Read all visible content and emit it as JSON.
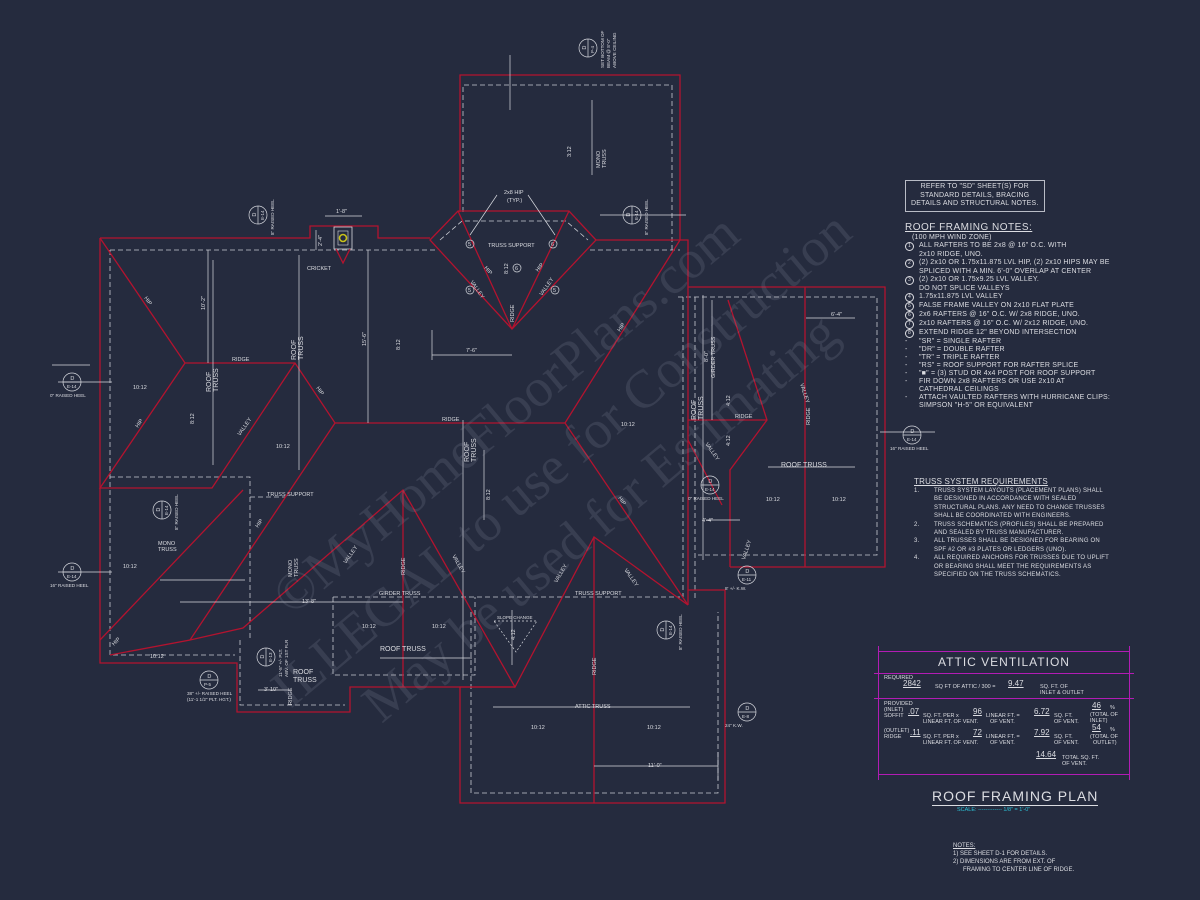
{
  "watermark": [
    "©MyHomeFloorPlans.com",
    "ILLEGAL to use for Construction",
    "May be used for Estimating"
  ],
  "colors": {
    "background": "#252b3e",
    "roof_line": "#b3132f",
    "wall_line": "#c9cbd2",
    "table_border": "#b21cb4",
    "scale_text": "#2cc3d8"
  },
  "refer_box": [
    "REFER TO \"SD\" SHEET(S) FOR",
    "STANDARD DETAILS, BRACING",
    "DETAILS AND STRUCTURAL NOTES."
  ],
  "roof_notes": {
    "heading": "ROOF FRAMING NOTES:",
    "wind": "(100 MPH WIND ZONE)",
    "items": [
      {
        "mark": "1",
        "lines": [
          "ALL RAFTERS TO BE 2x8 @ 16\" O.C. WITH",
          "2x10 RIDGE, UNO."
        ]
      },
      {
        "mark": "2",
        "lines": [
          "(2) 2x10 OR 1.75x11.875 LVL HIP, (2) 2x10 HIPS MAY BE",
          "SPLICED WITH A MIN. 6'-0\" OVERLAP AT CENTER"
        ]
      },
      {
        "mark": "3",
        "lines": [
          "(2) 2x10 OR 1.75x9.25 LVL VALLEY.",
          "DO NOT SPLICE VALLEYS"
        ]
      },
      {
        "mark": "4",
        "lines": [
          "1.75x11.875 LVL VALLEY"
        ]
      },
      {
        "mark": "5",
        "lines": [
          "FALSE FRAME VALLEY ON 2x10 FLAT PLATE"
        ]
      },
      {
        "mark": "6",
        "lines": [
          "2x6 RAFTERS @ 16\" O.C. W/ 2x8 RIDGE, UNO."
        ]
      },
      {
        "mark": "7",
        "lines": [
          "2x10 RAFTERS @ 16\" O.C. W/ 2x12 RIDGE, UNO."
        ]
      },
      {
        "mark": "8",
        "lines": [
          "EXTEND RIDGE 12\" BEYOND INTERSECTION"
        ]
      },
      {
        "mark": "-",
        "lines": [
          "\"SR\" = SINGLE RAFTER"
        ]
      },
      {
        "mark": "-",
        "lines": [
          "\"DR\" = DOUBLE RAFTER"
        ]
      },
      {
        "mark": "-",
        "lines": [
          "\"TR\" = TRIPLE RAFTER"
        ]
      },
      {
        "mark": "-",
        "lines": [
          "\"RS\" = ROOF SUPPORT FOR RAFTER SPLICE"
        ]
      },
      {
        "mark": "-",
        "lines": [
          "\"■\" = (3) STUD OR 4x4 POST FOR ROOF SUPPORT"
        ]
      },
      {
        "mark": "-",
        "lines": [
          "FIR DOWN 2x8 RAFTERS OR USE 2x10 AT",
          "CATHEDRAL CEILINGS"
        ]
      },
      {
        "mark": "-",
        "lines": [
          "ATTACH VAULTED RAFTERS WITH HURRICANE CLIPS:",
          "SIMPSON \"H-5\" OR EQUIVALENT"
        ]
      }
    ]
  },
  "truss_requirements": {
    "heading": "TRUSS SYSTEM REQUIREMENTS",
    "items": [
      {
        "mark": "1.",
        "lines": [
          "TRUSS SYSTEM LAYOUTS (PLACEMENT PLANS) SHALL",
          "BE DESIGNED IN ACCORDANCE WITH SEALED",
          "STRUCTURAL PLANS. ANY NEED TO CHANGE TRUSSES",
          "SHALL BE COORDINATED WITH ENGINEERS."
        ]
      },
      {
        "mark": "2.",
        "lines": [
          "TRUSS SCHEMATICS (PROFILES) SHALL BE PREPARED",
          "AND SEALED BY TRUSS MANUFACTURER."
        ]
      },
      {
        "mark": "3.",
        "lines": [
          "ALL TRUSSES SHALL BE DESIGNED FOR BEARING ON",
          "SPF #2 OR #3 PLATES OR LEDGERS (UNO)."
        ]
      },
      {
        "mark": "4.",
        "lines": [
          "ALL REQUIRED ANCHORS FOR TRUSSES DUE TO UPLIFT",
          "OR BEARING SHALL MEET THE REQUIREMENTS AS",
          "SPECIFIED ON THE TRUSS SCHEMATICS."
        ]
      }
    ]
  },
  "attic_ventilation": {
    "title": "ATTIC VENTILATION",
    "required_label": "REQUIRED",
    "attic_sqft": "2842",
    "attic_text": "SQ FT OF ATTIC / 300 =",
    "required_vent": "9.47",
    "required_unit": [
      "SQ. FT. OF",
      "INLET & OUTLET"
    ],
    "provided_label": "PROVIDED",
    "soffit": {
      "label": [
        "(INLET)",
        "SOFFIT"
      ],
      "sqft_per_lf": ".07",
      "per_text": [
        "SQ. FT. PER x",
        "LINEAR FT. OF VENT."
      ],
      "linear_ft": "96",
      "lf_text": [
        "LINEAR FT. =",
        "OF VENT."
      ],
      "sqft": "6.72",
      "sqft_text": [
        "SQ. FT.",
        "OF VENT."
      ],
      "percent": "46",
      "pct_text": [
        "%",
        "(TOTAL OF",
        "INLET)"
      ]
    },
    "ridge": {
      "label": [
        "(OUTLET)",
        "RIDGE"
      ],
      "sqft_per_lf": ".11",
      "per_text": [
        "SQ. FT. PER x",
        "LINEAR FT. OF VENT."
      ],
      "linear_ft": "72",
      "lf_text": [
        "LINEAR FT. =",
        "OF VENT."
      ],
      "sqft": "7.92",
      "sqft_text": [
        "SQ. FT.",
        "OF VENT."
      ],
      "percent": "54",
      "pct_text": [
        "%",
        "(TOTAL OF",
        "OUTLET)"
      ]
    },
    "total": "14.64",
    "total_text": [
      "TOTAL SQ. FT.",
      "OF VENT."
    ]
  },
  "title_block": {
    "title": "ROOF FRAMING PLAN",
    "scale": "SCALE: ------------- 1/8\" = 1'-0\""
  },
  "notes": {
    "heading": "NOTES:",
    "lines": [
      "1) SEE SHEET D-1 FOR DETAILS.",
      "2) DIMENSIONS ARE FROM EXT. OF",
      "FRAMING TO CENTER LINE OF RIDGE."
    ]
  },
  "plan": {
    "ridge": "RIDGE",
    "hip": "HIP",
    "valley": "VALLEY",
    "roof": "ROOF",
    "truss": "TRUSS",
    "roof_truss": "ROOF TRUSS",
    "mono": "MONO",
    "truss_support": "TRUSS SUPPORT",
    "girder_truss": "GIRDER TRUSS",
    "attic_truss": "ATTIC TRUSS",
    "slope_change": "SLOPE CHANGE",
    "cricket": "CRICKET",
    "hip_2x8": "2x8 HIP",
    "typ": "(TYP.)",
    "pitch_10": "10:12",
    "pitch_8": "8:12",
    "pitch_4": "4:12",
    "pitch_3": "3:12",
    "note_marks": [
      "5",
      "6",
      "6",
      "5",
      "5",
      "6"
    ],
    "dims": [
      "1'-8\"",
      "2'-4\"",
      "10'-2\"",
      "15'-6\"",
      "7'-6\"",
      "6'-4\"",
      "8'-0\"",
      "4'-4\"",
      "13'-8\"",
      "3'-10\"",
      "11'-0\""
    ]
  },
  "callouts": [
    {
      "detail": "D",
      "sheet": "P-4",
      "note": [
        "SET BOTTOM OF",
        "BEAM @ 8'-0\"",
        "ABOVE CEILING"
      ]
    },
    {
      "detail": "D",
      "sheet": "E-14",
      "note": [
        "8\" RAISED HEEL"
      ]
    },
    {
      "detail": "D",
      "sheet": "E-14",
      "note": [
        "8\" RAISED HEEL"
      ]
    },
    {
      "detail": "D",
      "sheet": "E-14",
      "note": [
        "0\" RAISED HEEL"
      ]
    },
    {
      "detail": "D",
      "sheet": "E-14",
      "note": [
        "8\" RAISED HEEL"
      ]
    },
    {
      "detail": "D",
      "sheet": "E-14",
      "note": [
        "16\" RAISED HEEL"
      ]
    },
    {
      "detail": "D",
      "sheet": "E-14",
      "note": [
        "16\" RAISED HEEL"
      ]
    },
    {
      "detail": "D",
      "sheet": "E-14",
      "note": [
        "0\" RAISED HEEL"
      ]
    },
    {
      "detail": "D",
      "sheet": "E-11",
      "note": [
        "8' +/- K.W."
      ]
    },
    {
      "detail": "D",
      "sheet": "E-14",
      "note": [
        "8\" RAISED HEEL"
      ]
    },
    {
      "detail": "D",
      "sheet": "E-13",
      "note": [
        "11'-8\" +/- PLT.",
        "ABV. OF 1ST FLR"
      ]
    },
    {
      "detail": "D",
      "sheet": "P-5",
      "note": [
        "38\" +/- RAISED HEEL",
        "(11'-1 1/2\" PLT. HGT.)"
      ]
    },
    {
      "detail": "D",
      "sheet": "E-8",
      "note": [
        "24\" K.W."
      ]
    }
  ]
}
